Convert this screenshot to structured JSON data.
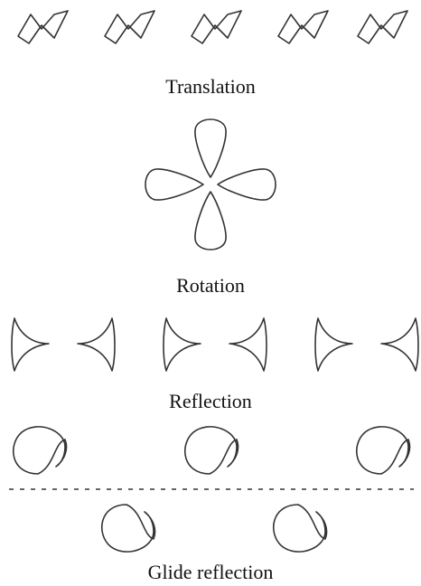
{
  "sections": {
    "translation": {
      "caption": "Translation"
    },
    "rotation": {
      "caption": "Rotation"
    },
    "reflection": {
      "caption": "Reflection"
    },
    "glide_reflection": {
      "caption": "Glide reflection"
    }
  }
}
